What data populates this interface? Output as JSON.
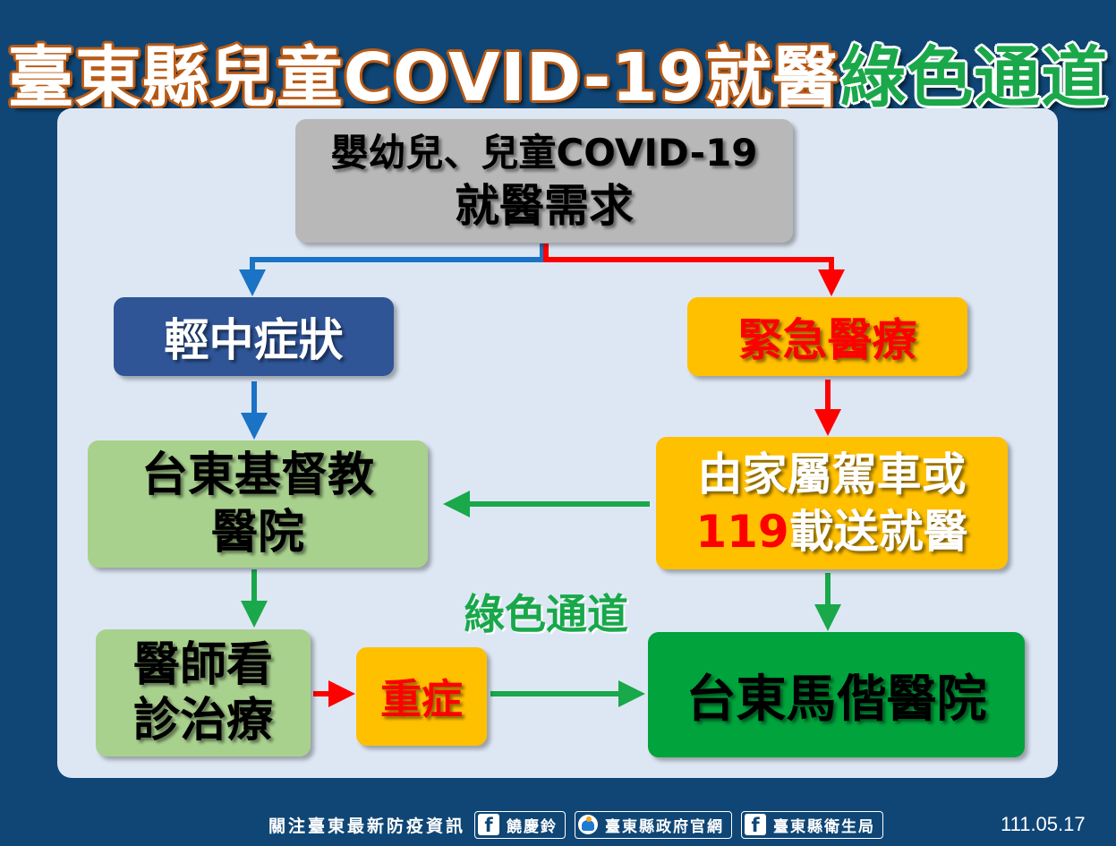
{
  "title": {
    "part1": "臺東縣兒童COVID-19就醫",
    "part2": "綠色通道"
  },
  "nodes": {
    "top": {
      "line1": "嬰幼兒、兒童COVID-19",
      "line2": "就醫需求"
    },
    "mild": "輕中症狀",
    "emergency": "緊急醫療",
    "kj_hospital": {
      "line1": "台東基督教",
      "line2": "醫院"
    },
    "transport": {
      "line1": "由家屬駕車或",
      "num": "119",
      "line2_rest": "載送就醫"
    },
    "doctor": {
      "line1": "醫師看",
      "line2": "診治療"
    },
    "severe": "重症",
    "mackay": "台東馬偕醫院"
  },
  "green_channel_label": "綠色通道",
  "footer": {
    "lead": "關注臺東最新防疫資訊",
    "links": [
      "饒慶鈴",
      "臺東縣政府官網",
      "臺東縣衛生局"
    ]
  },
  "date": "111.05.17",
  "colors": {
    "background": "#0f4675",
    "panel": "#dde7f4",
    "blue_arrow": "#1a73c4",
    "red_arrow": "#ff0000",
    "green_arrow": "#19a84a",
    "gray_box": "#b8b8b8",
    "navy_box": "#2f5597",
    "amber_box": "#ffc000",
    "light_green_box": "#a9d18e",
    "green_box": "#00a33c"
  },
  "icons": {
    "facebook": "facebook-icon",
    "government": "government-logo-icon"
  }
}
